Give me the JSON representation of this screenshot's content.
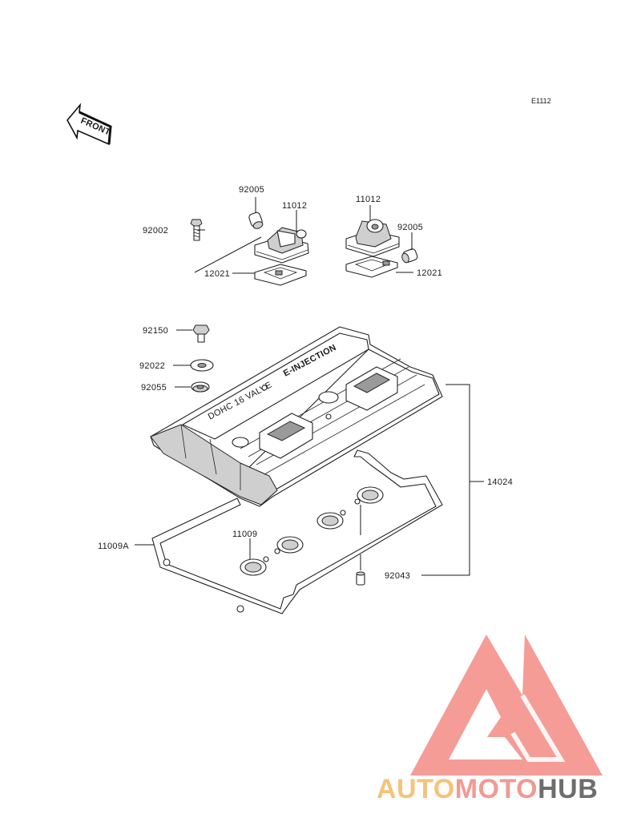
{
  "diagram_code": "E1112",
  "front_arrow_label": "FRONT",
  "cover_marking": "E-INJECTION",
  "cover_side_marking": "DOHC 16 VALVE",
  "part_numbers": {
    "p92005_left": "92005",
    "p11012_left": "11012",
    "p92002": "92002",
    "p12021_left": "12021",
    "p11012_right": "11012",
    "p92005_right": "92005",
    "p12021_right": "12021",
    "p92150": "92150",
    "p92022": "92022",
    "p92055": "92055",
    "p14024": "14024",
    "p11009": "11009",
    "p11009A": "11009A",
    "p92043": "92043"
  },
  "watermark": {
    "part1": "AUTO",
    "part2": "MOTO",
    "part3": "HUB",
    "colors": {
      "part1": "#f6c27a",
      "part2": "#f19a93",
      "part3": "#6d6d6d",
      "triangle": "#f2837d"
    }
  }
}
